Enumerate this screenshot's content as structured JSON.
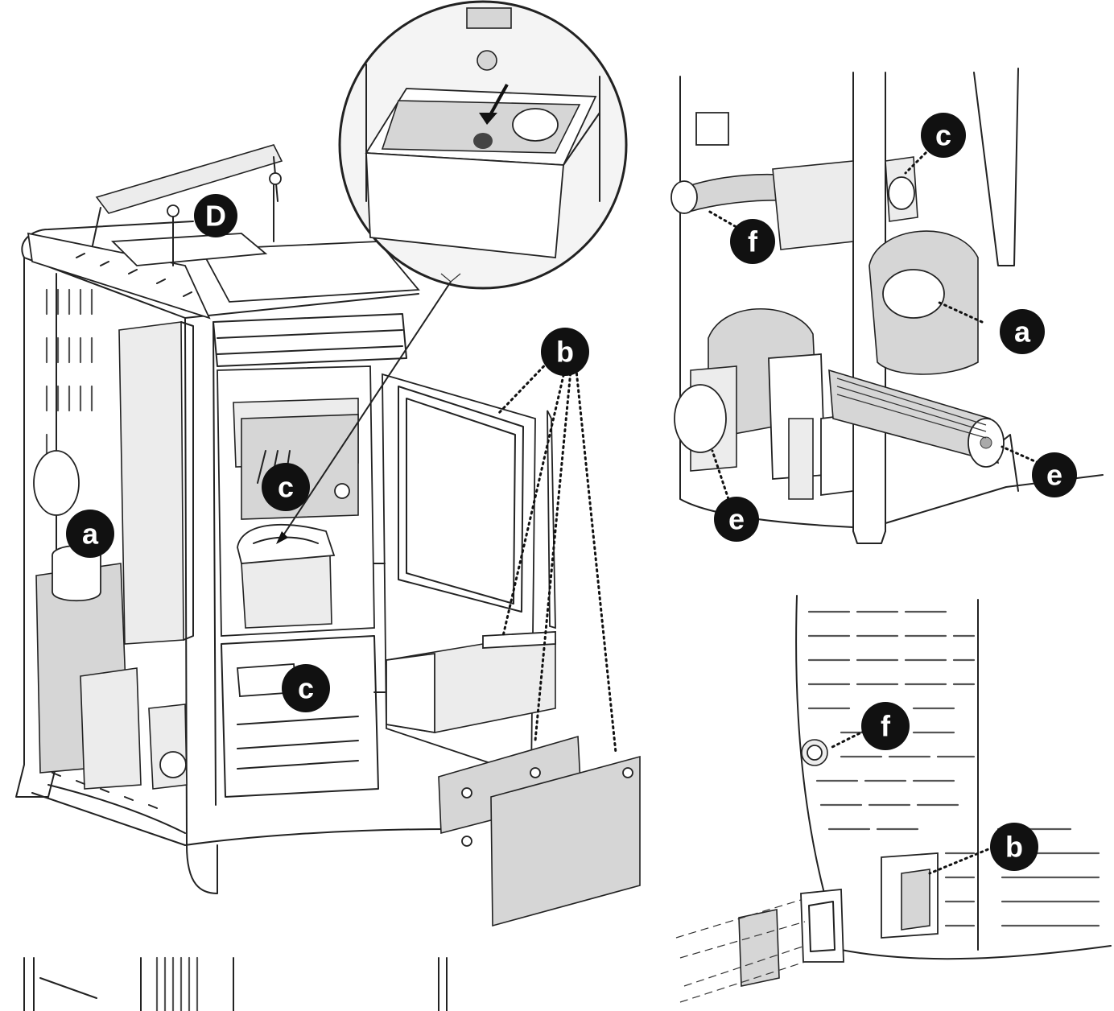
{
  "callouts": {
    "main_D": "D",
    "main_a": "a",
    "main_c_upper": "c",
    "main_c_lower": "c",
    "main_b": "b",
    "motor_c": "c",
    "motor_f": "f",
    "motor_a": "a",
    "motor_e_left": "e",
    "motor_e_right": "e",
    "rear_f": "f",
    "rear_b": "b"
  },
  "colors": {
    "badge_fill": "#111111",
    "badge_text": "#ffffff",
    "line": "#222222",
    "panel_gray": "#d6d6d6"
  }
}
